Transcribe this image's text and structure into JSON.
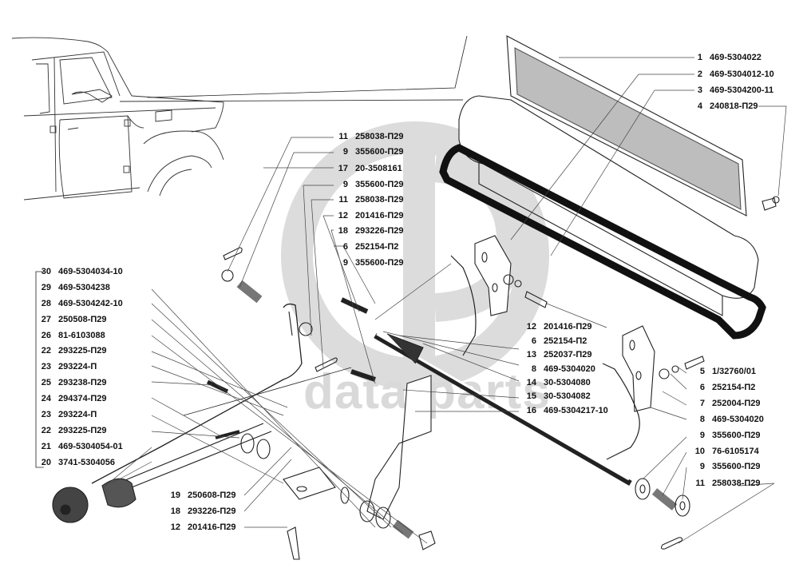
{
  "watermark": {
    "text": "data-parts",
    "logo": "dp-circle-logo",
    "color": "#d6d6d6"
  },
  "callouts_right_top": [
    {
      "num": "1",
      "part": "469-5304022"
    },
    {
      "num": "2",
      "part": "469-5304012-10"
    },
    {
      "num": "3",
      "part": "469-5304200-11"
    },
    {
      "num": "4",
      "part": "240818-П29"
    }
  ],
  "callouts_center_top": [
    {
      "num": "11",
      "part": "258038-П29"
    },
    {
      "num": "9",
      "part": "355600-П29"
    },
    {
      "num": "17",
      "part": "20-3508161"
    },
    {
      "num": "9",
      "part": "355600-П29"
    },
    {
      "num": "11",
      "part": "258038-П29"
    },
    {
      "num": "12",
      "part": "201416-П29"
    },
    {
      "num": "18",
      "part": "293226-П29"
    },
    {
      "num": "6",
      "part": "252154-П2"
    },
    {
      "num": "9",
      "part": "355600-П29"
    }
  ],
  "callouts_left": [
    {
      "num": "30",
      "part": "469-5304034-10"
    },
    {
      "num": "29",
      "part": "469-5304238"
    },
    {
      "num": "28",
      "part": "469-5304242-10"
    },
    {
      "num": "27",
      "part": "250508-П29"
    },
    {
      "num": "26",
      "part": "81-6103088"
    },
    {
      "num": "22",
      "part": "293225-П29"
    },
    {
      "num": "23",
      "part": "293224-П"
    },
    {
      "num": "25",
      "part": "293238-П29"
    },
    {
      "num": "24",
      "part": "294374-П29"
    },
    {
      "num": "23",
      "part": "293224-П"
    },
    {
      "num": "22",
      "part": "293225-П29"
    },
    {
      "num": "21",
      "part": "469-5304054-01"
    },
    {
      "num": "20",
      "part": "3741-5304056"
    }
  ],
  "callouts_center_mid": [
    {
      "num": "12",
      "part": "201416-П29"
    },
    {
      "num": "6",
      "part": "252154-П2"
    },
    {
      "num": "13",
      "part": "252037-П29"
    },
    {
      "num": "8",
      "part": "469-5304020"
    },
    {
      "num": "14",
      "part": "30-5304080"
    },
    {
      "num": "15",
      "part": "30-5304082"
    },
    {
      "num": "16",
      "part": "469-5304217-10"
    }
  ],
  "callouts_right_bottom": [
    {
      "num": "5",
      "part": "1/32760/01"
    },
    {
      "num": "6",
      "part": "252154-П2"
    },
    {
      "num": "7",
      "part": "252004-П29"
    },
    {
      "num": "8",
      "part": "469-5304020"
    },
    {
      "num": "9",
      "part": "355600-П29"
    },
    {
      "num": "10",
      "part": "76-6105174"
    },
    {
      "num": "9",
      "part": "355600-П29"
    },
    {
      "num": "11",
      "part": "258038-П29"
    }
  ],
  "callouts_bottom_center": [
    {
      "num": "19",
      "part": "250608-П29"
    },
    {
      "num": "18",
      "part": "293226-П29"
    },
    {
      "num": "12",
      "part": "201416-П29"
    }
  ]
}
